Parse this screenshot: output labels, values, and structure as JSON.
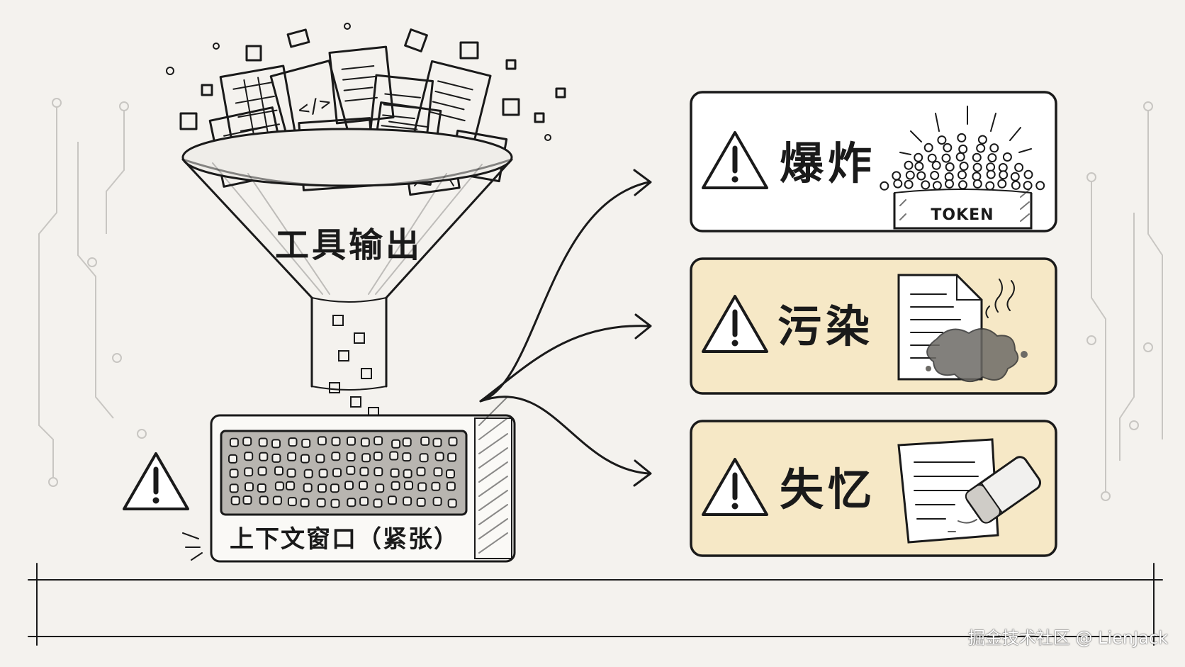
{
  "funnel": {
    "label": "工具输出"
  },
  "context_window": {
    "label": "上下文窗口（紧张）"
  },
  "cards": [
    {
      "label": "爆炸",
      "fill": "#ffffff",
      "illustration": "token-bucket-overflow"
    },
    {
      "label": "污染",
      "fill": "#f6e8c6",
      "illustration": "stained-document"
    },
    {
      "label": "失忆",
      "fill": "#f6e8c6",
      "illustration": "eraser-on-page"
    }
  ],
  "token_bucket": {
    "label": "TOKEN"
  },
  "icons": [
    "warning-icon",
    "arrow-icon",
    "document-icon",
    "eraser-icon"
  ],
  "watermark": "掘金技术社区 @ LienJack",
  "colors": {
    "ink": "#1a1a1a",
    "background": "#f4f2ee",
    "highlight": "#f6e8c6"
  }
}
